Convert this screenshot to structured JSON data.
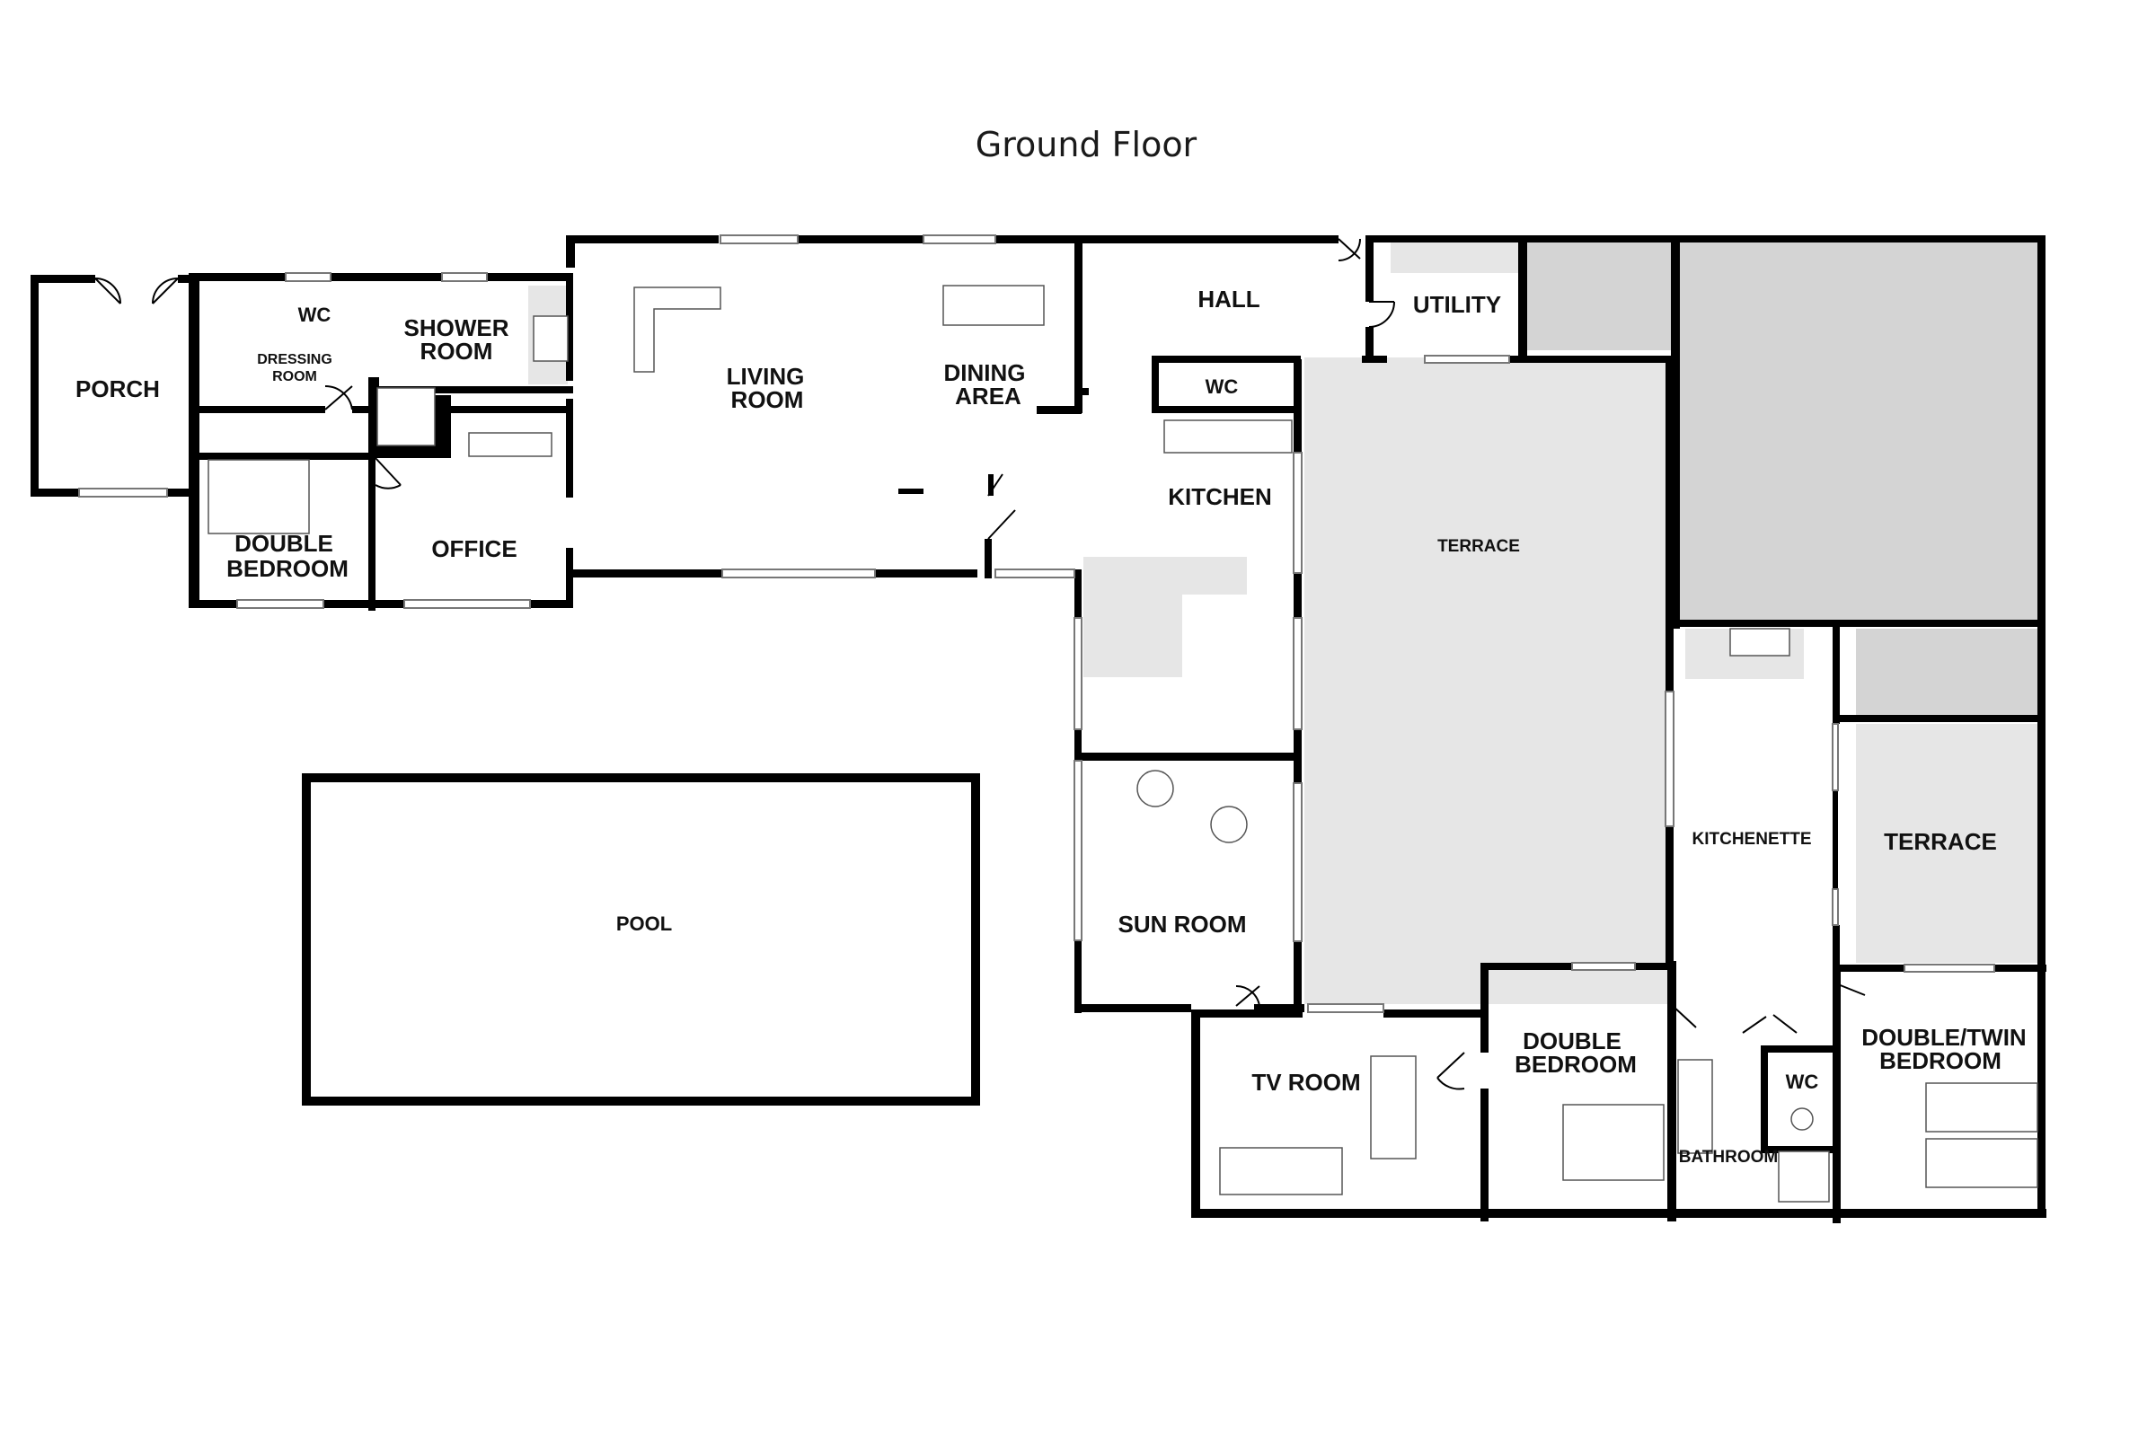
{
  "title": "Ground Floor",
  "rooms": {
    "porch": "PORCH",
    "dressing_room": [
      "DRESSING",
      "ROOM"
    ],
    "wc_1": "WC",
    "shower_room": [
      "SHOWER",
      "ROOM"
    ],
    "double_bedroom_1": [
      "DOUBLE",
      "BEDROOM"
    ],
    "office": "OFFICE",
    "living_room": [
      "LIVING",
      "ROOM"
    ],
    "dining_area": [
      "DINING",
      "AREA"
    ],
    "hall": "HALL",
    "utility": "UTILITY",
    "wc_2": "WC",
    "kitchen": "KITCHEN",
    "terrace_1": "TERRACE",
    "sun_room": "SUN ROOM",
    "tv_room": "TV ROOM",
    "double_bedroom_2": [
      "DOUBLE",
      "BEDROOM"
    ],
    "kitchenette": "KITCHENETTE",
    "terrace_2": "TERRACE",
    "bathroom": "BATHROOM",
    "wc_3": "WC",
    "double_twin_bedroom": [
      "DOUBLE/TWIN",
      "BEDROOM"
    ],
    "pool": "POOL"
  },
  "colors": {
    "wall": "#000000",
    "terrace_fill": "#e6e6e6",
    "storage_fill": "#d4d4d4",
    "background": "#ffffff"
  }
}
